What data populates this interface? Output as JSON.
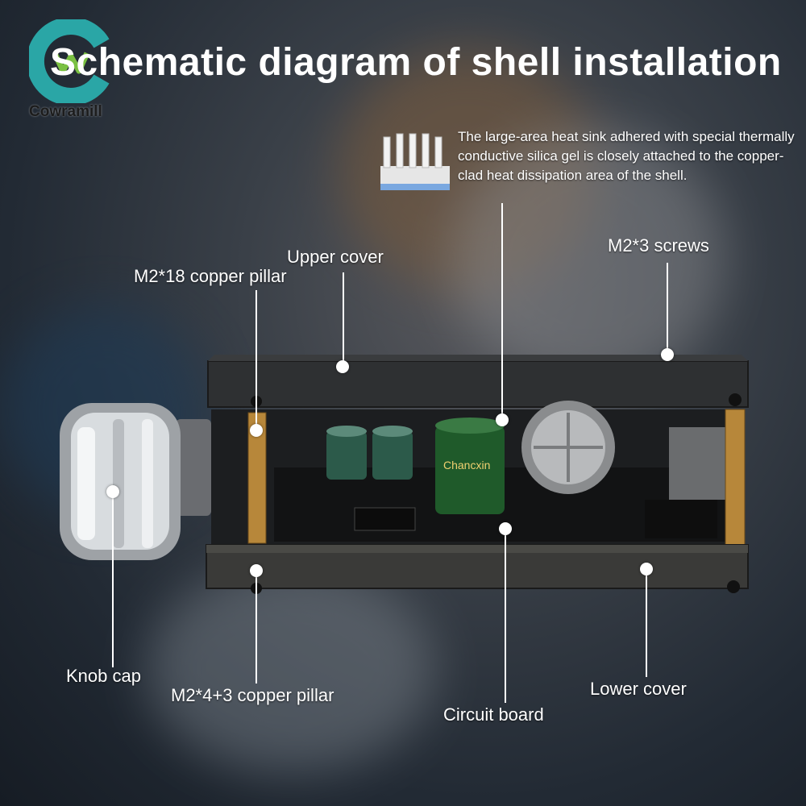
{
  "title": "Schematic diagram of shell installation",
  "brand": {
    "name": "Cowramill",
    "color_primary": "#2aa6a6",
    "color_accent": "#7ac142"
  },
  "heatsink_description": "The large-area heat sink adhered with special thermally conductive silica gel is closely attached to the copper-clad heat dissipation area of the shell.",
  "labels": {
    "upper_cover": "Upper cover",
    "copper_pillar_18": "M2*18 copper pillar",
    "screws": "M2*3 screws",
    "knob_cap": "Knob cap",
    "copper_pillar_4_3": "M2*4+3 copper pillar",
    "circuit_board": "Circuit board",
    "lower_cover": "Lower cover"
  },
  "component_markings": {
    "capacitor_brand": "Chancxin"
  },
  "icons": [
    "cowramill-logo-icon",
    "heatsink-icon"
  ]
}
